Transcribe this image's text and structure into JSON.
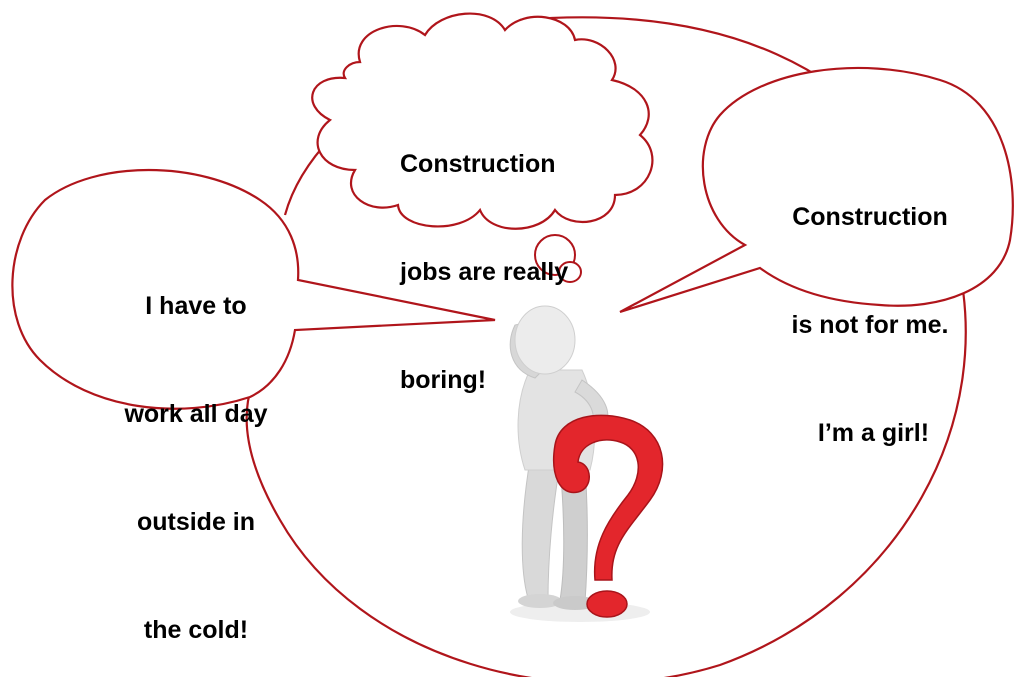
{
  "colors": {
    "outline": "#b0151b",
    "figure": "#e6e6e6",
    "figure_shade": "#bdbdbd",
    "question_mark": "#e3262c",
    "question_mark_dark": "#a8141a",
    "background": "#ffffff"
  },
  "thought_bubble": {
    "lines": [
      "Construction",
      "jobs are really",
      "boring!"
    ]
  },
  "left_bubble": {
    "lines": [
      "I have to",
      "work all day",
      "outside in",
      "the cold!"
    ]
  },
  "right_bubble": {
    "lines": [
      "Construction",
      "is not for me.",
      " I’m a girl!"
    ]
  },
  "figure": {
    "icon": "thinking-person-with-question-mark-icon"
  }
}
